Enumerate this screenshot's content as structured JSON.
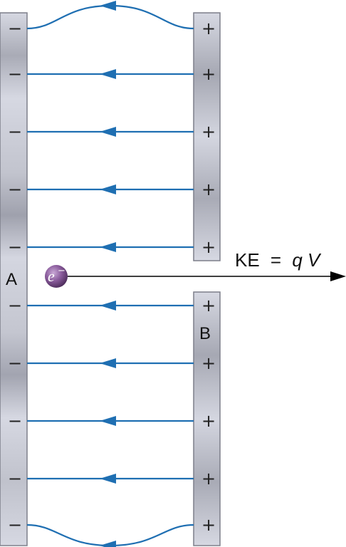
{
  "plates": {
    "left": {
      "label": "A",
      "charge_symbol": "−"
    },
    "right": {
      "label": "B",
      "charge_symbol": "+"
    }
  },
  "electron": {
    "symbol": "e",
    "superscript": "−"
  },
  "equation": {
    "lhs": "KE",
    "equals": "=",
    "q": "q",
    "V": "V"
  },
  "colors": {
    "field_line": "#1f6fb2",
    "plate": "#c9cbd6",
    "electron": "#7a4f8c",
    "arrow": "#000000"
  },
  "icons": [
    "field-arrow-icon",
    "electron-icon",
    "arrow-right-icon"
  ]
}
